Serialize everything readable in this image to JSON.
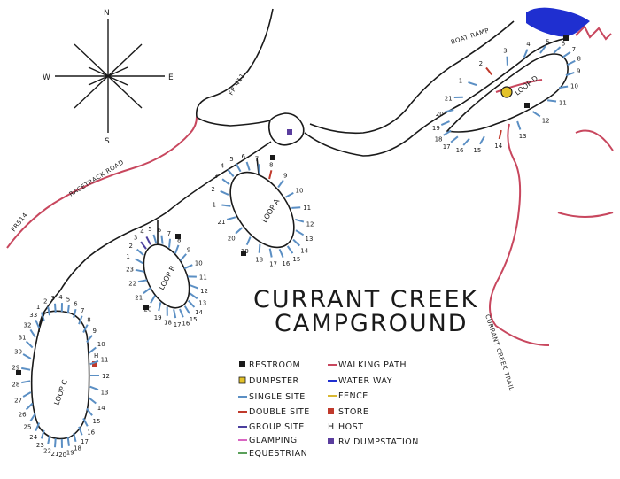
{
  "title": {
    "line1": "CURRANT CREEK",
    "line2": "CAMPGROUND"
  },
  "compass": {
    "north": "N",
    "south": "S",
    "east": "E",
    "west": "W"
  },
  "roads": {
    "fr514": "FR514",
    "racetrack": "RACETRACK ROAD",
    "fr411": "FR 411",
    "boat_ramp": "BOAT RAMP",
    "trail": "CURRANT CREEK TRAIL"
  },
  "loops": {
    "a": "LOOP A",
    "b": "LOOP B",
    "c": "LOOP C",
    "d": "LOOP D"
  },
  "legend": {
    "restroom": "RESTROOM",
    "dumpster": "DUMPSTER",
    "single": "SINGLE SITE",
    "double": "DOUBLE SITE",
    "group": "GROUP SITE",
    "glamping": "GLAMPING",
    "equestrian": "EQUESTRIAN",
    "walking": "WALKING PATH",
    "water": "WATER WAY",
    "fence": "FENCE",
    "store": "STORE",
    "host_symbol": "H",
    "host": "HOST",
    "rv": "RV DUMPSTATION"
  },
  "site_numbers": {
    "loop_a": [
      "1",
      "2",
      "3",
      "4",
      "5",
      "6",
      "7",
      "8",
      "9",
      "10",
      "11",
      "12",
      "13",
      "14",
      "15",
      "16",
      "17",
      "18",
      "19",
      "20",
      "21"
    ],
    "loop_b": [
      "1",
      "2",
      "3",
      "4",
      "5",
      "6",
      "7",
      "8",
      "9",
      "10",
      "11",
      "12",
      "13",
      "14",
      "15",
      "16",
      "17",
      "18",
      "19",
      "20",
      "21",
      "22",
      "23"
    ],
    "loop_c": [
      "1",
      "2",
      "3",
      "4",
      "5",
      "6",
      "7",
      "8",
      "9",
      "10",
      "11",
      "12",
      "13",
      "14",
      "15",
      "16",
      "17",
      "18",
      "19",
      "20",
      "21",
      "22",
      "23",
      "24",
      "25",
      "26",
      "27",
      "28",
      "29",
      "30",
      "31",
      "32",
      "33"
    ],
    "loop_d": [
      "1",
      "2",
      "3",
      "4",
      "5",
      "6",
      "7",
      "8",
      "9",
      "10",
      "11",
      "12",
      "13",
      "14",
      "15",
      "16",
      "17",
      "18",
      "19",
      "20",
      "21"
    ]
  },
  "host_marker": "H",
  "colors": {
    "ink": "#1a1a1a",
    "walking_path": "#c8475e",
    "water": "#1f2fd0",
    "single_site": "#5b8fc4",
    "double_site": "#c0392b",
    "group_site": "#4b3f9e",
    "glamping": "#d966c2",
    "equestrian": "#5aa05a",
    "fence": "#d9b833",
    "store": "#c0392b",
    "dumpster": "#e3c22a",
    "rv": "#5a3d9e"
  }
}
